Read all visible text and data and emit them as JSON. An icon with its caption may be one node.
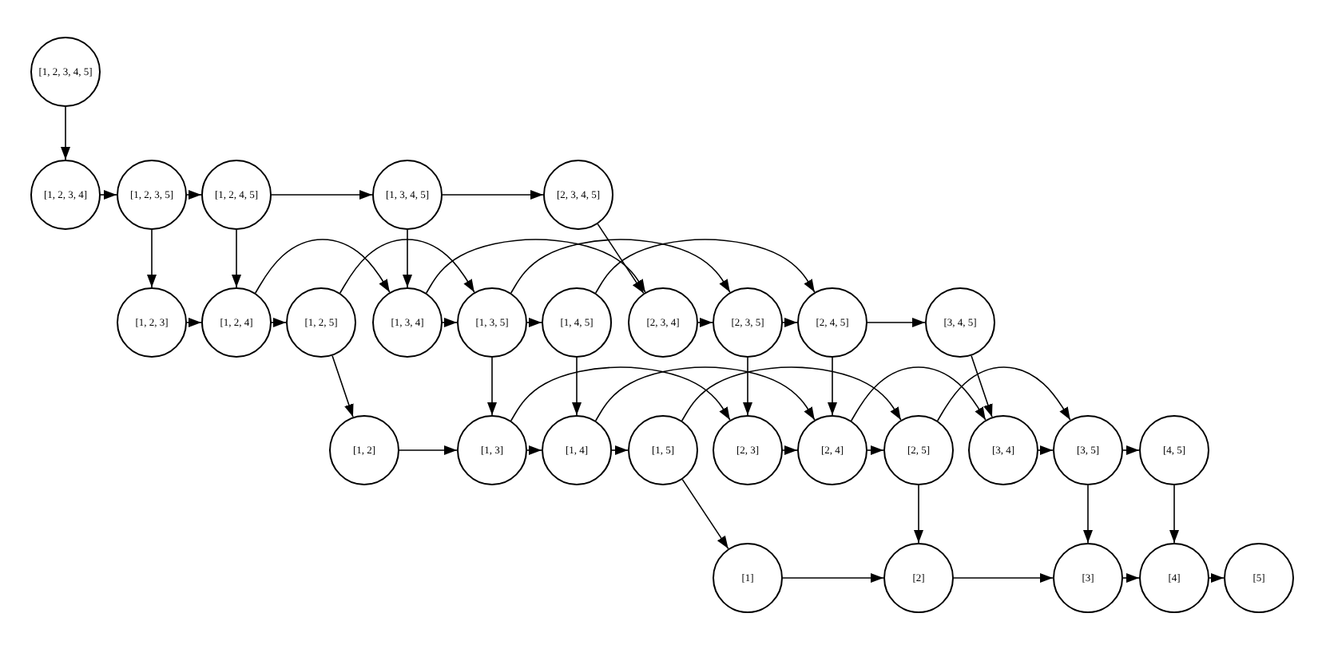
{
  "diagram": {
    "nodes": [
      {
        "text": [
          "[1, 2, 3, 4, 5]"
        ]
      },
      {
        "text": [
          "[1, 2, 3, 4]"
        ]
      },
      {
        "text": [
          "[1, 2, 3, 5]"
        ]
      },
      {
        "text": [
          "[1, 2, 4, 5]"
        ]
      },
      {
        "text": [
          "[1, 3, 4, 5]"
        ]
      },
      {
        "text": [
          "[2, 3, 4, 5]"
        ]
      },
      {
        "text": [
          "[1, 2, 3]"
        ]
      },
      {
        "text": [
          "[1, 2, 4]"
        ]
      },
      {
        "text": [
          "[1, 2, 5]"
        ]
      },
      {
        "text": [
          "[1, 3, 4]"
        ]
      },
      {
        "text": [
          "[1, 3, 5]"
        ]
      },
      {
        "text": [
          "[1, 4, 5]"
        ]
      },
      {
        "text": [
          "[2, 3, 4]"
        ]
      },
      {
        "text": [
          "[2, 3, 5]"
        ]
      },
      {
        "text": [
          "[2, 4, 5]"
        ]
      },
      {
        "text": [
          "[3, 4, 5]"
        ]
      },
      {
        "text": [
          "[1, 2]"
        ]
      },
      {
        "text": [
          "[1, 3]"
        ]
      },
      {
        "text": [
          "[1, 4]"
        ]
      },
      {
        "text": [
          "[1, 5]"
        ]
      },
      {
        "text": [
          "[2, 3]"
        ]
      },
      {
        "text": [
          "[2, 4]"
        ]
      },
      {
        "text": [
          "[2, 5]"
        ]
      },
      {
        "text": [
          "[3, 4]"
        ]
      },
      {
        "text": [
          "[3, 5]"
        ]
      },
      {
        "text": [
          "[4, 5]"
        ]
      },
      {
        "text": [
          "[1]"
        ]
      },
      {
        "text": [
          "[2]"
        ]
      },
      {
        "text": [
          "[3]"
        ]
      },
      {
        "text": [
          "[4]"
        ]
      },
      {
        "text": [
          "[5]"
        ]
      }
    ],
    "edges": [
      {
        "from": 0,
        "to": 1,
        "arrow": "to"
      },
      {
        "from": 1,
        "to": 2,
        "arrow": "to"
      },
      {
        "from": 2,
        "to": 3,
        "arrow": "to"
      },
      {
        "from": 3,
        "to": 4,
        "arrow": "to"
      },
      {
        "from": 4,
        "to": 5,
        "arrow": "to"
      },
      {
        "from": 2,
        "to": 6,
        "arrow": "to"
      },
      {
        "from": 3,
        "to": 7,
        "arrow": "to"
      },
      {
        "from": 4,
        "to": 9,
        "arrow": "to"
      },
      {
        "from": 5,
        "to": 12,
        "arrow": "to"
      },
      {
        "from": 6,
        "to": 7,
        "arrow": "to"
      },
      {
        "from": 7,
        "to": 8,
        "arrow": "to"
      },
      {
        "from": 9,
        "to": 10,
        "arrow": "to"
      },
      {
        "from": 10,
        "to": 11,
        "arrow": "to"
      },
      {
        "from": 12,
        "to": 13,
        "arrow": "to"
      },
      {
        "from": 13,
        "to": 14,
        "arrow": "to"
      },
      {
        "from": 14,
        "to": 15,
        "arrow": "to"
      },
      {
        "from": 7,
        "to": 9,
        "arrow": "to"
      },
      {
        "from": 8,
        "to": 10,
        "arrow": "to"
      },
      {
        "from": 9,
        "to": 12,
        "arrow": "to"
      },
      {
        "from": 10,
        "to": 13,
        "arrow": "to"
      },
      {
        "from": 11,
        "to": 14,
        "arrow": "to"
      },
      {
        "from": 8,
        "to": 16,
        "arrow": "to"
      },
      {
        "from": 10,
        "to": 17,
        "arrow": "to"
      },
      {
        "from": 11,
        "to": 18,
        "arrow": "to"
      },
      {
        "from": 13,
        "to": 20,
        "arrow": "to"
      },
      {
        "from": 14,
        "to": 21,
        "arrow": "to"
      },
      {
        "from": 15,
        "to": 23,
        "arrow": "to"
      },
      {
        "from": 16,
        "to": 17,
        "arrow": "to"
      },
      {
        "from": 17,
        "to": 18,
        "arrow": "to"
      },
      {
        "from": 18,
        "to": 19,
        "arrow": "to"
      },
      {
        "from": 20,
        "to": 21,
        "arrow": "to"
      },
      {
        "from": 21,
        "to": 22,
        "arrow": "to"
      },
      {
        "from": 23,
        "to": 24,
        "arrow": "to"
      },
      {
        "from": 24,
        "to": 25,
        "arrow": "to"
      },
      {
        "from": 17,
        "to": 20,
        "arrow": "to"
      },
      {
        "from": 18,
        "to": 21,
        "arrow": "to"
      },
      {
        "from": 19,
        "to": 22,
        "arrow": "to"
      },
      {
        "from": 21,
        "to": 23,
        "arrow": "to"
      },
      {
        "from": 22,
        "to": 24,
        "arrow": "to"
      },
      {
        "from": 19,
        "to": 26,
        "arrow": "to"
      },
      {
        "from": 22,
        "to": 27,
        "arrow": "to"
      },
      {
        "from": 24,
        "to": 28,
        "arrow": "to"
      },
      {
        "from": 25,
        "to": 29,
        "arrow": "to"
      },
      {
        "from": 26,
        "to": 27,
        "arrow": "to"
      },
      {
        "from": 27,
        "to": 28,
        "arrow": "to"
      },
      {
        "from": 28,
        "to": 29,
        "arrow": "to"
      },
      {
        "from": 29,
        "to": 30,
        "arrow": "to"
      }
    ]
  }
}
